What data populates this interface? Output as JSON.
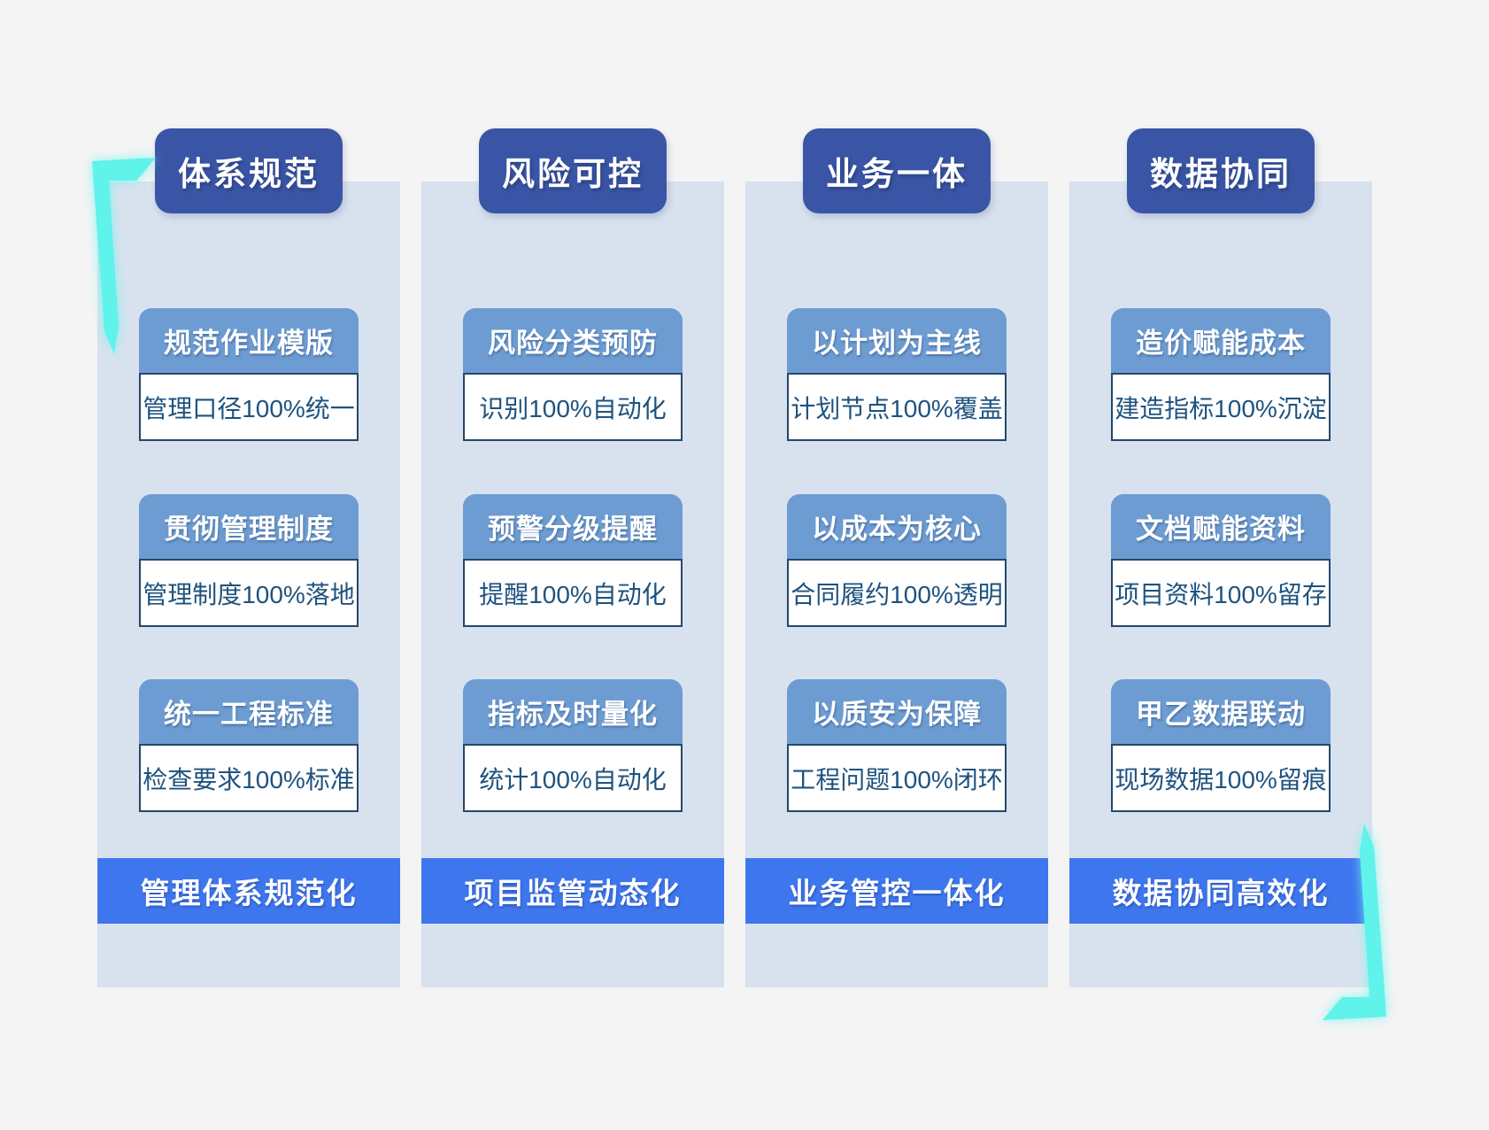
{
  "colors": {
    "page_bg": "#f4f4f5",
    "column_bg": "#d8e2ee",
    "header_pill": "#3a55a5",
    "card_header": "#6d9cd3",
    "card_border": "#25476b",
    "card_text": "#1e527f",
    "banner": "#3e76ee",
    "accent_cyan": "#5ff3eb"
  },
  "columns": [
    {
      "header": "体系规范",
      "cards": [
        {
          "title": "规范作业模版",
          "desc": "管理口径100%统一"
        },
        {
          "title": "贯彻管理制度",
          "desc": "管理制度100%落地"
        },
        {
          "title": "统一工程标准",
          "desc": "检查要求100%标准"
        }
      ],
      "footer": "管理体系规范化"
    },
    {
      "header": "风险可控",
      "cards": [
        {
          "title": "风险分类预防",
          "desc": "识别100%自动化"
        },
        {
          "title": "预警分级提醒",
          "desc": "提醒100%自动化"
        },
        {
          "title": "指标及时量化",
          "desc": "统计100%自动化"
        }
      ],
      "footer": "项目监管动态化"
    },
    {
      "header": "业务一体",
      "cards": [
        {
          "title": "以计划为主线",
          "desc": "计划节点100%覆盖"
        },
        {
          "title": "以成本为核心",
          "desc": "合同履约100%透明"
        },
        {
          "title": "以质安为保障",
          "desc": "工程问题100%闭环"
        }
      ],
      "footer": "业务管控一体化"
    },
    {
      "header": "数据协同",
      "cards": [
        {
          "title": "造价赋能成本",
          "desc": "建造指标100%沉淀"
        },
        {
          "title": "文档赋能资料",
          "desc": "项目资料100%留存"
        },
        {
          "title": "甲乙数据联动",
          "desc": "现场数据100%留痕"
        }
      ],
      "footer": "数据协同高效化"
    }
  ]
}
